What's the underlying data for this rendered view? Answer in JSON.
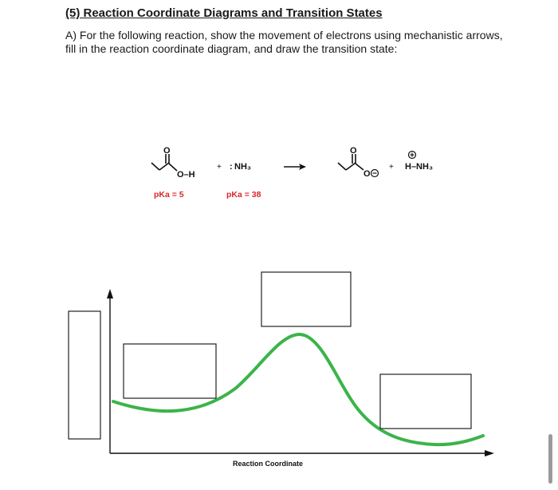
{
  "header": {
    "title": "(5) Reaction Coordinate Diagrams and Transition States"
  },
  "question": {
    "line1": "A) For the following reaction, show the movement of electrons using mechanistic arrows,",
    "line2": "fill in the reaction coordinate diagram, and draw the transition state:"
  },
  "reaction": {
    "reactant1": {
      "carbonyl_o": "O",
      "hydroxyl": "O–H"
    },
    "plus1": "+",
    "reactant2_lone_pair": ":",
    "reactant2": "NH₃",
    "product1": {
      "carbonyl_o": "O",
      "anion_o": "O"
    },
    "plus2": "+",
    "product2": "H–NH₃",
    "pka1": "pKa = 5",
    "pka2": "pKa = 38",
    "colors": {
      "pka": "#d9262b",
      "curve": "#3bb44a"
    }
  },
  "diagram": {
    "xlabel": "Reaction Coordinate"
  }
}
